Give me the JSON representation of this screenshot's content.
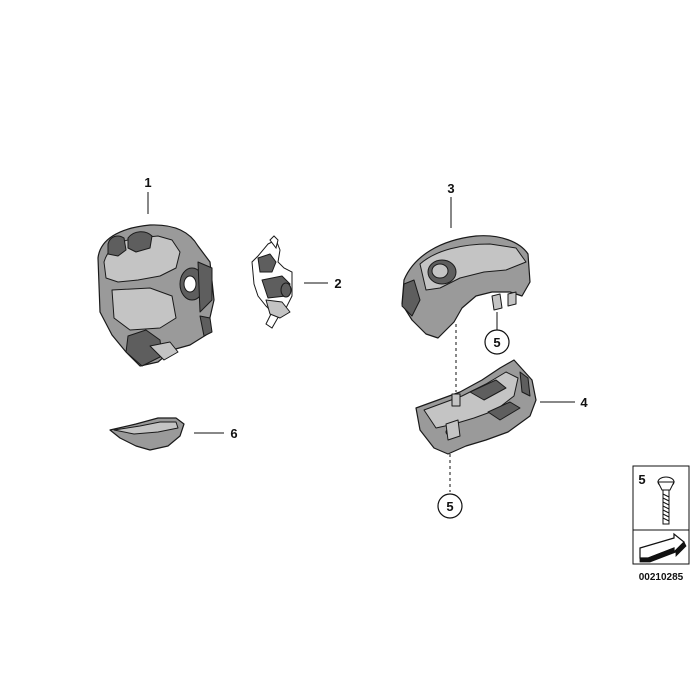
{
  "callouts": {
    "c1": "1",
    "c2": "2",
    "c3": "3",
    "c4": "4",
    "c5a": "5",
    "c5b": "5",
    "c6": "6"
  },
  "legend": {
    "label": "5",
    "code": "00210285",
    "icons": [
      "screw-icon",
      "arrow-icon"
    ]
  }
}
